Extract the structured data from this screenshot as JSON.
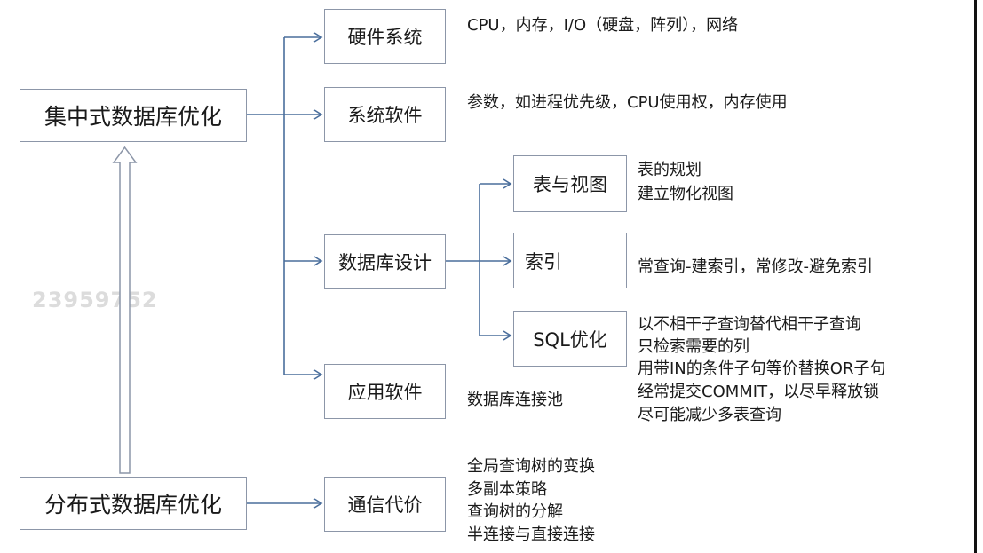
{
  "nodes": {
    "centralized": "集中式数据库优化",
    "distributed": "分布式数据库优化",
    "hardware": "硬件系统",
    "system_software": "系统软件",
    "db_design": "数据库设计",
    "app_software": "应用软件",
    "comm_cost": "通信代价",
    "tables_views": "表与视图",
    "index": "索引",
    "sql_opt": "SQL优化"
  },
  "notes": {
    "hardware": [
      "CPU，内存，I/O（硬盘，阵列），网络"
    ],
    "system_software": [
      "参数，如进程优先级，CPU使用权，内存使用"
    ],
    "tables_views": [
      "表的规划",
      "建立物化视图"
    ],
    "index": [
      "常查询-建索引，常修改-避免索引"
    ],
    "sql_opt": [
      "以不相干子查询替代相干子查询",
      "只检索需要的列",
      "用带IN的条件子句等价替换OR子句",
      "经常提交COMMIT，以尽早释放锁",
      "尽可能减少多表查询"
    ],
    "app_software": [
      "数据库连接池"
    ],
    "comm_cost": [
      "全局查询树的变换",
      "多副本策略",
      "查询树的分解",
      "半连接与直接连接"
    ]
  },
  "watermark": "23959752",
  "colors": {
    "connector": "#4a6e9c",
    "box_border": "#8c96a8",
    "text": "#1a1a1a",
    "watermark": "#dcdcdc"
  }
}
